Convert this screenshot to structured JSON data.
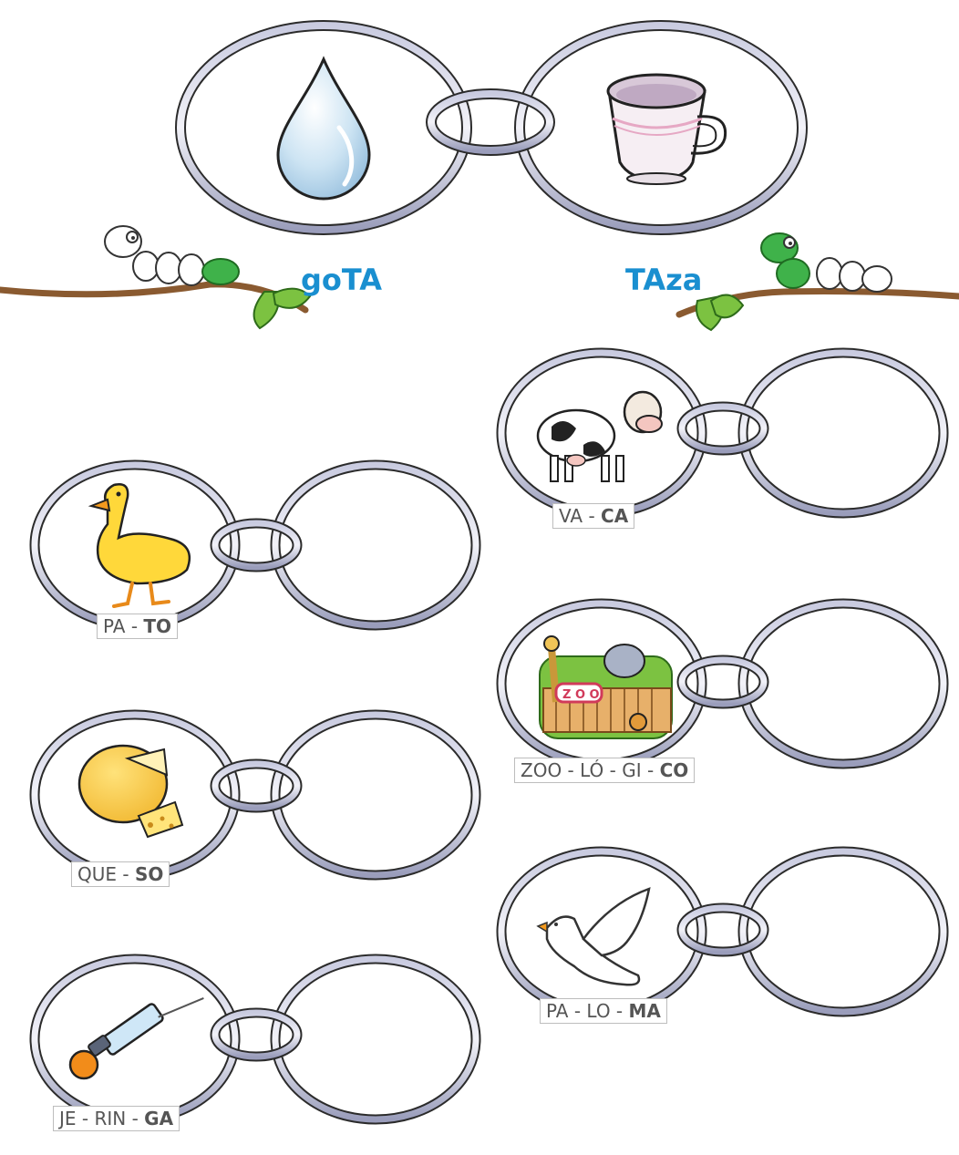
{
  "example": {
    "left_word": "goTA",
    "right_word": "TAza",
    "left_image": "water-drop",
    "right_image": "teacup"
  },
  "exercises": [
    {
      "id": "vaca",
      "image": "cow",
      "prefix": "VA - ",
      "last_syllable": "CA"
    },
    {
      "id": "pato",
      "image": "duck",
      "prefix": "PA - ",
      "last_syllable": "TO"
    },
    {
      "id": "zoologico",
      "image": "zoo",
      "prefix": "ZOO - LÓ - GI - ",
      "last_syllable": "CO"
    },
    {
      "id": "queso",
      "image": "cheese",
      "prefix": "QUE - ",
      "last_syllable": "SO"
    },
    {
      "id": "paloma",
      "image": "dove",
      "prefix": "PA - LO - ",
      "last_syllable": "MA"
    },
    {
      "id": "jeringa",
      "image": "syringe",
      "prefix": "JE - RIN - ",
      "last_syllable": "GA"
    }
  ],
  "colors": {
    "word": "#1a8fd0",
    "ring": "#8f93b2",
    "label_text": "#555555"
  }
}
